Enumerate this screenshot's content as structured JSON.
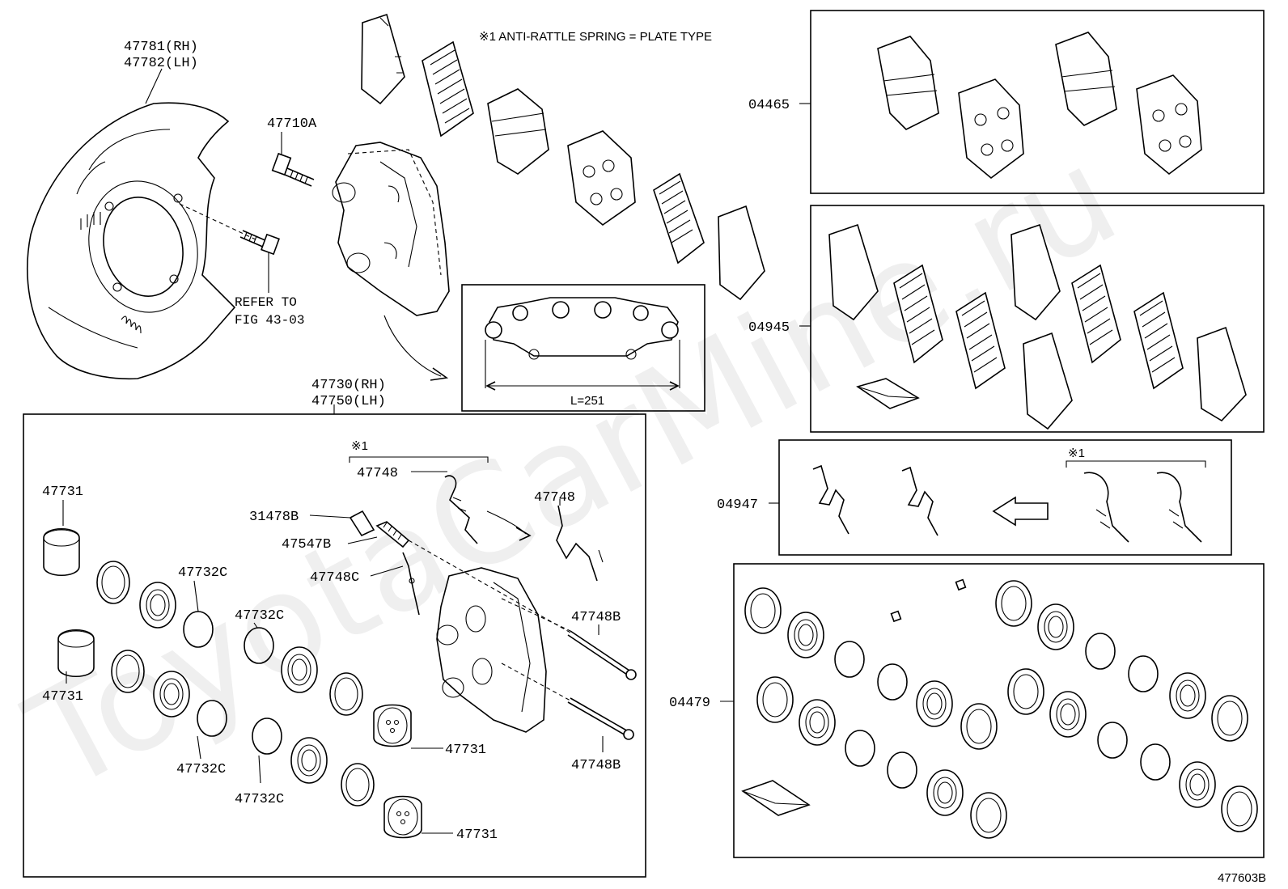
{
  "diagram": {
    "note": "※1 ANTI-RATTLE SPRING = PLATE TYPE",
    "figure_id": "477603B",
    "watermark": "ToyotaCarMine.ru",
    "refer": {
      "line1": "REFER TO",
      "line2": "FIG 43-03"
    },
    "dimension": "L=251",
    "mark1": "※1",
    "labels": {
      "dust_cover_rh": "47781(RH)",
      "dust_cover_lh": "47782(LH)",
      "bolt": "47710A",
      "caliper_rh": "47730(RH)",
      "caliper_lh": "47750(LH)",
      "pad_kit": "04465",
      "shim_kit": "04945",
      "spring_kit": "04947",
      "seal_kit": "04479",
      "piston_a": "47731",
      "piston_b": "47731",
      "piston_c": "47731",
      "piston_d": "47731",
      "cap": "31478B",
      "bleeder": "47547B",
      "spring_plate": "47748",
      "spring_wire": "47748",
      "clip": "47748C",
      "ring_a": "47732C",
      "ring_b": "47732C",
      "ring_c": "47732C",
      "ring_d": "47732C",
      "pin_a": "47748B",
      "pin_b": "47748B"
    }
  }
}
